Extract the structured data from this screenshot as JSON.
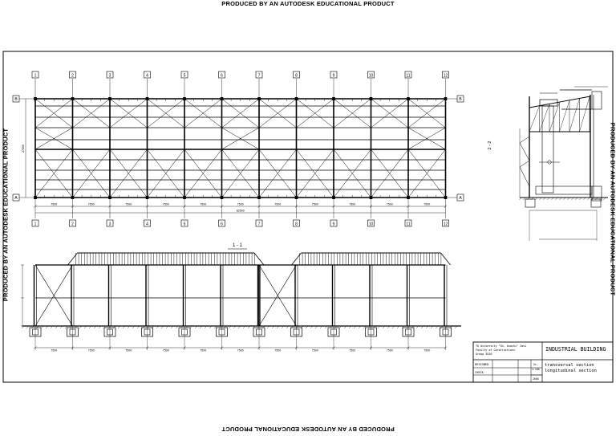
{
  "watermark": "PRODUCED BY AN AUTODESK EDUCATIONAL PRODUCT",
  "plan": {
    "axes_numbers": [
      "1",
      "2",
      "3",
      "4",
      "5",
      "6",
      "7",
      "8",
      "9",
      "10",
      "11",
      "12"
    ],
    "axes_letters": [
      "B",
      "A"
    ],
    "bay_dims": [
      "7500",
      "7500",
      "7500",
      "7500",
      "7500",
      "7500",
      "7500",
      "7500",
      "7500",
      "7500",
      "7500"
    ],
    "width_dim": "27000",
    "total_dim": "82500"
  },
  "section": {
    "title": "1 - 1",
    "bay_dims": [
      "7500",
      "7500",
      "7500",
      "7500",
      "7500",
      "7500",
      "7500",
      "7500",
      "7500",
      "7500",
      "7500"
    ]
  },
  "cross_section": {
    "label": "2 - 2"
  },
  "title_block": {
    "org_lines": [
      "TU University \"Gh. Asachi\" Iasi",
      "Faculty of Constructions",
      "Group 3510"
    ],
    "project_title": "INDUSTRIAL BUILDING",
    "designed_label": "DESIGNED",
    "checked_label": "CHECK",
    "sheet_lines": [
      "transversal section",
      "longitudinal section"
    ],
    "scale_label": "Sc.",
    "scale_value": "1:100",
    "year": "2008"
  }
}
